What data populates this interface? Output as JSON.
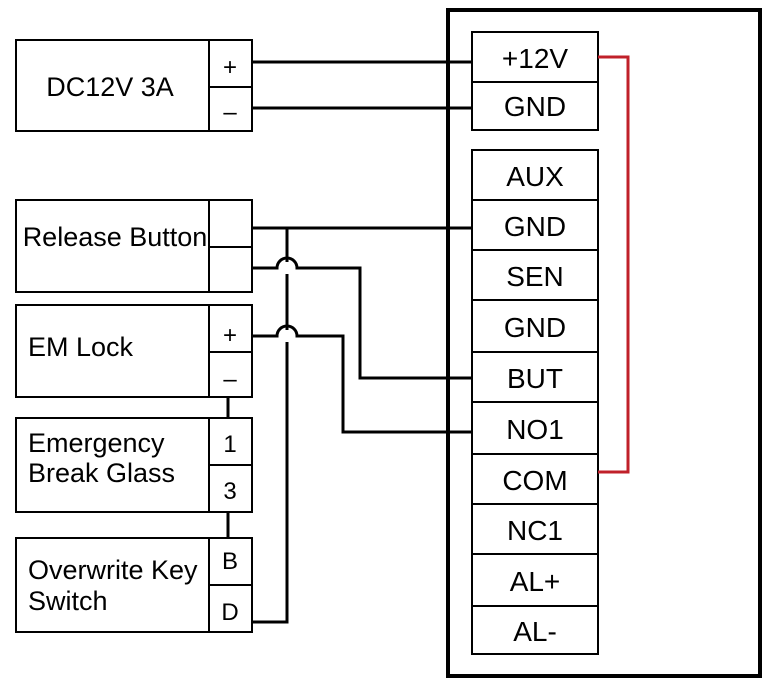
{
  "devices": {
    "power": {
      "label": "DC12V 3A",
      "pins": [
        "+",
        "–"
      ]
    },
    "release_button": {
      "label": "Release Button",
      "pins": [
        "",
        ""
      ]
    },
    "em_lock": {
      "label": "EM Lock",
      "pins": [
        "+",
        "–"
      ]
    },
    "break_glass": {
      "label_lines": [
        "Emergency",
        "Break Glass"
      ],
      "pins": [
        "1",
        "3"
      ]
    },
    "key_switch": {
      "label_lines": [
        "Overwrite Key",
        "Switch"
      ],
      "pins": [
        "B",
        "D"
      ]
    }
  },
  "controller": {
    "power_terminals": [
      "+12V",
      "GND"
    ],
    "terminals": [
      "AUX",
      "GND",
      "SEN",
      "GND",
      "BUT",
      "NO1",
      "COM",
      "NC1",
      "AL+",
      "AL-"
    ]
  },
  "colors": {
    "wire": "#000000",
    "jumper": "#c0202a"
  }
}
